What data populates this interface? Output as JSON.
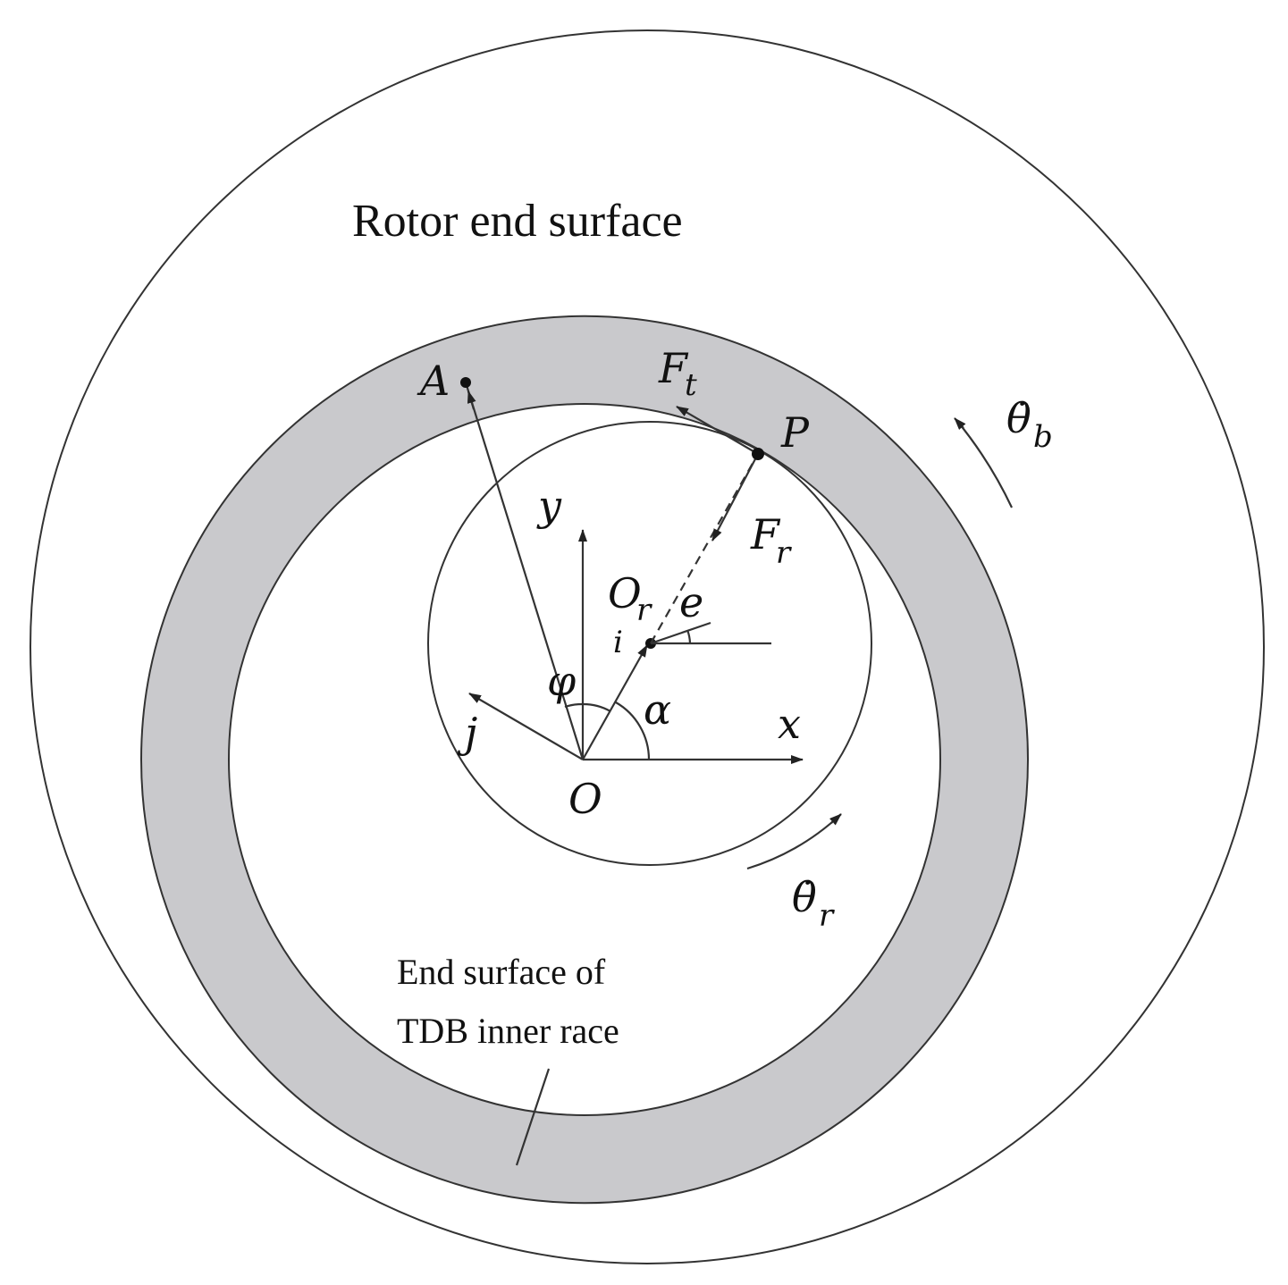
{
  "title": "Rotor end surface",
  "race_label_line1": "End surface of",
  "race_label_line2": "TDB inner race",
  "symbols": {
    "A": "A",
    "P": "P",
    "O": "O",
    "Or_main": "O",
    "Or_sub": "r",
    "Ft_main": "F",
    "Ft_sub": "t",
    "Fr_main": "F",
    "Fr_sub": "r",
    "thb_main": "θ̇",
    "thb_sub": "b",
    "thr_main": "θ̇",
    "thr_sub": "r",
    "x": "x",
    "y": "y",
    "i": "i",
    "j": "j",
    "e": "e",
    "phi": "φ",
    "alpha": "α"
  },
  "colors": {
    "race_fill": "#c9c9cc",
    "stroke": "#333333",
    "text": "#111111"
  }
}
